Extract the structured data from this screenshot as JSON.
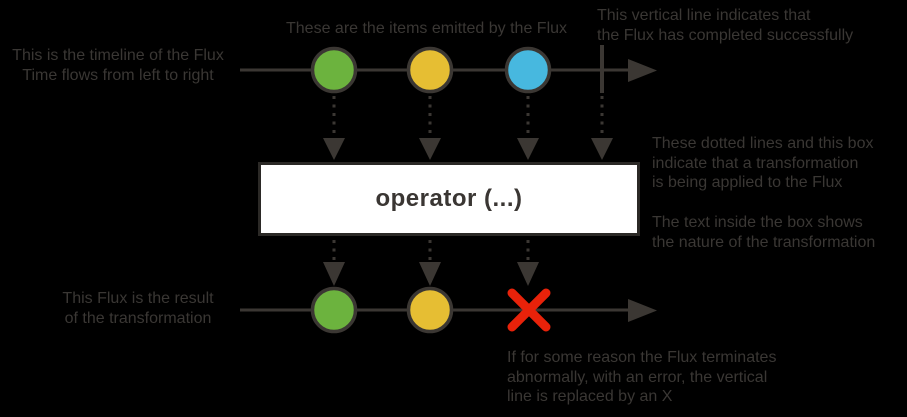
{
  "annotations": {
    "timeline_top": "This is the timeline of the Flux\nTime flows from left to right",
    "items_emitted": "These are the items emitted by the Flux",
    "complete_line": "This vertical line indicates that\nthe Flux has completed successfully",
    "transform_box": "These dotted lines and this box\nindicate that a transformation\nis being applied to the Flux",
    "transform_text": "The text inside the box shows\nthe nature of the transformation",
    "result_flux": "This Flux is the result\nof the transformation",
    "error_x": "If for some reason the Flux terminates\nabnormally, with an error, the vertical\nline is replaced by an X"
  },
  "operator": {
    "label": "operator (...)"
  },
  "timeline_top_items": [
    "green",
    "yellow",
    "blue"
  ],
  "timeline_bottom_items": [
    "green",
    "yellow",
    "error-x"
  ],
  "colors": {
    "background": "#000000",
    "line": "#3B3733",
    "text": "#3A3734",
    "item_green": "#6CB33E",
    "item_yellow": "#E6BE33",
    "item_blue": "#47B8DF",
    "error_red": "#E8220A",
    "box_bg": "#FFFFFF",
    "box_border": "#2B2926"
  }
}
